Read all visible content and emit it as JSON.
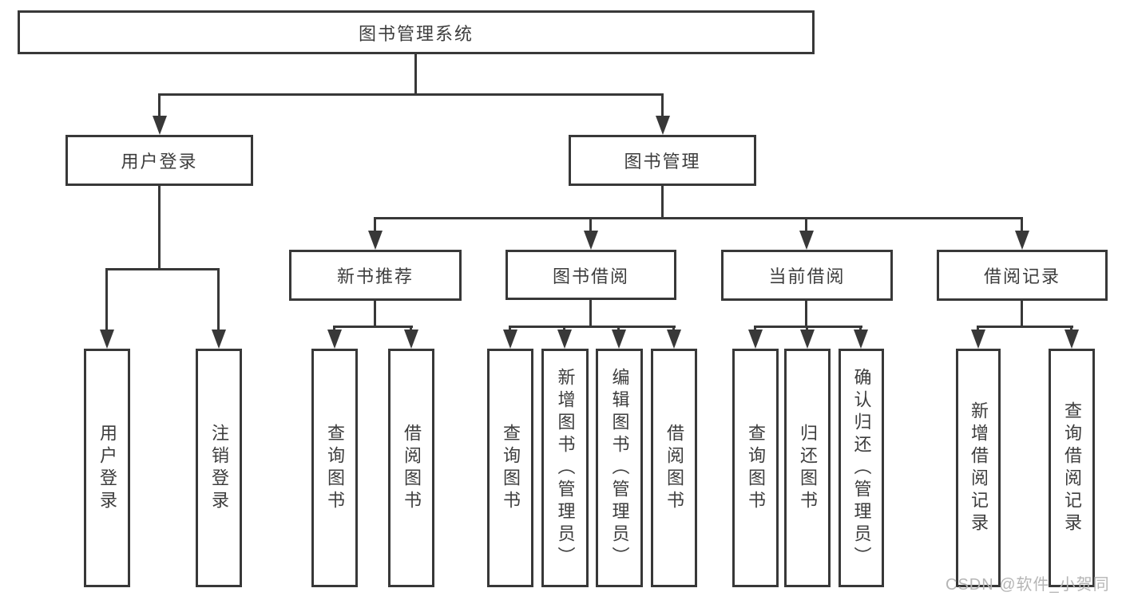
{
  "diagram": {
    "type": "hierarchy-tree",
    "root": "图书管理系统",
    "children": [
      {
        "label": "用户登录",
        "children": [
          "用户登录",
          "注销登录"
        ]
      },
      {
        "label": "图书管理",
        "children": [
          {
            "label": "新书推荐",
            "children": [
              "查询图书",
              "借阅图书"
            ]
          },
          {
            "label": "图书借阅",
            "children": [
              "查询图书",
              "新增图书（管理员）",
              "编辑图书（管理员）",
              "借阅图书"
            ]
          },
          {
            "label": "当前借阅",
            "children": [
              "查询图书",
              "归还图书",
              "确认归还（管理员）"
            ]
          },
          {
            "label": "借阅记录",
            "children": [
              "新增借阅记录",
              "查询借阅记录"
            ]
          }
        ]
      }
    ],
    "colors": {
      "line": "#383838",
      "text": "#3d3d3d",
      "watermark": "#b5b5b5",
      "background": "#ffffff"
    }
  },
  "watermark": "CSDN @软件_小贺同学"
}
